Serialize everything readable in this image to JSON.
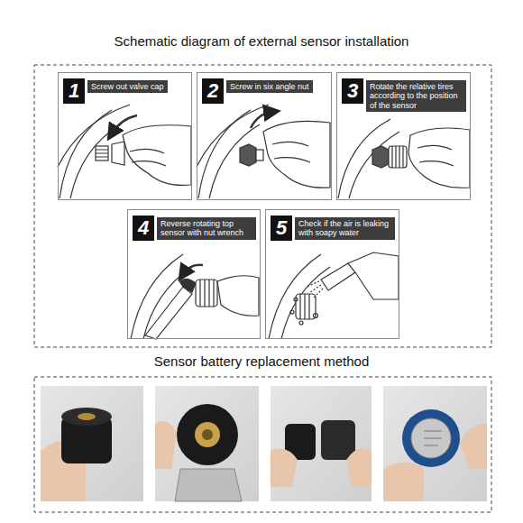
{
  "diagram": {
    "title": "Schematic diagram of external sensor installation",
    "nodes": [
      {
        "text": [
          "1",
          "Screw out valve cap"
        ]
      },
      {
        "text": [
          "2",
          "Screw in six angle nut"
        ]
      },
      {
        "text": [
          "3",
          "Rotate the relative tires according to the position of the sensor"
        ]
      },
      {
        "text": [
          "4",
          "Reverse rotating top sensor with nut wrench"
        ]
      },
      {
        "text": [
          "5",
          "Check if the air is leaking with soapy water"
        ]
      }
    ],
    "labels": [
      "Sensor battery replacement method"
    ]
  }
}
